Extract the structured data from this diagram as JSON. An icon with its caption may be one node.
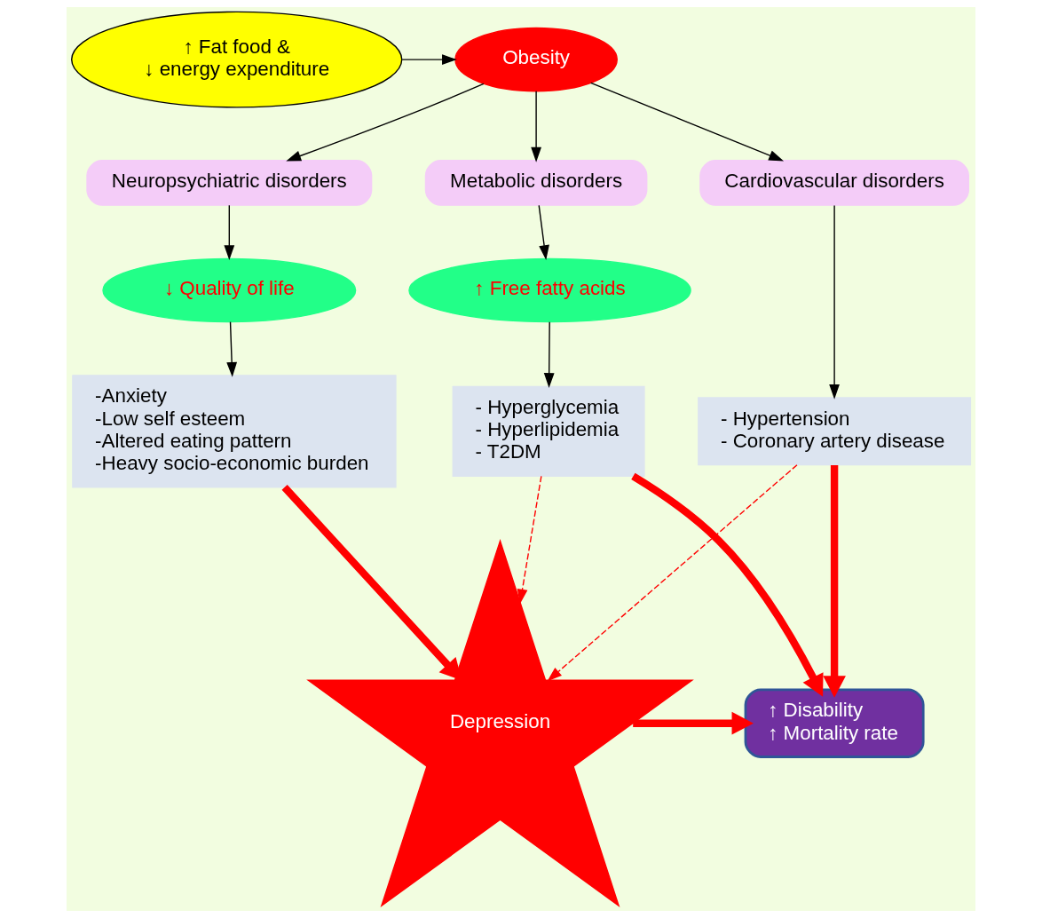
{
  "diagram": {
    "nodes": [
      {
        "text": [
          "↑ Fat food &",
          "↓ energy expenditure"
        ]
      },
      {
        "text": [
          "Obesity"
        ]
      },
      {
        "text": [
          "Cardiovascular disorders"
        ]
      },
      {
        "text": [
          "Metabolic disorders"
        ]
      },
      {
        "text": [
          "Neuropsychiatric disorders"
        ]
      },
      {
        "text": [
          "- Hypertension",
          "- Coronary artery disease"
        ]
      },
      {
        "text": [
          "↑ Free fatty acids"
        ]
      },
      {
        "text": [
          "↓ Quality of life"
        ]
      },
      {
        "text": [
          "- Hyperglycemia",
          "- Hyperlipidemia",
          "- T2DM"
        ]
      },
      {
        "text": [
          "-Anxiety",
          "-Low self esteem",
          "-Altered eating pattern",
          "-Heavy socio-economic burden"
        ]
      },
      {
        "text": [
          "↑ Disability",
          "↑ Mortality rate"
        ]
      },
      {
        "text": [
          "Depression"
        ]
      }
    ],
    "edges": [
      {
        "from": 0,
        "to": 1,
        "arrow": "to"
      },
      {
        "from": 1,
        "to": 2,
        "arrow": "to"
      },
      {
        "from": 1,
        "to": 3,
        "arrow": "to"
      },
      {
        "from": 1,
        "to": 4,
        "arrow": "to"
      },
      {
        "from": 2,
        "to": 5,
        "arrow": "to"
      },
      {
        "from": 3,
        "to": 6,
        "arrow": "to"
      },
      {
        "from": 4,
        "to": 7,
        "arrow": "to"
      },
      {
        "from": 6,
        "to": 8,
        "arrow": "to"
      },
      {
        "from": 7,
        "to": 9,
        "arrow": "to"
      },
      {
        "from": 5,
        "to": 10,
        "arrow": "to",
        "style": "thick",
        "color": "#ff0000"
      },
      {
        "from": 5,
        "to": 11,
        "arrow": "to",
        "style": "dashed",
        "color": "#ff0000"
      },
      {
        "from": 8,
        "to": 10,
        "arrow": "to",
        "style": "thick",
        "color": "#ff0000"
      },
      {
        "from": 8,
        "to": 11,
        "arrow": "to",
        "style": "dashed",
        "color": "#ff0000"
      },
      {
        "from": 11,
        "to": 10,
        "arrow": "to",
        "style": "thick",
        "color": "#ff0000"
      },
      {
        "from": 9,
        "to": 11,
        "arrow": "to",
        "style": "thick",
        "color": "#ff0000"
      }
    ]
  }
}
